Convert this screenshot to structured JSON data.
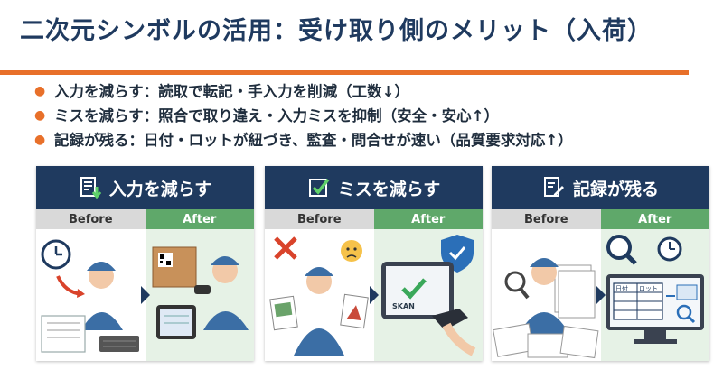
{
  "title": "二次元シンボルの活用：受け取り側のメリット（入荷）",
  "bullets": [
    "入力を減らす：読取で転記・手入力を削減（工数↓）",
    "ミスを減らす：照合で取り違え・入力ミスを抑制（安全・安心↑）",
    "記録が残る：日付・ロットが紐づき、監査・問合せが速い（品質要求対応↑）"
  ],
  "panels": [
    {
      "title": "入力を減らす",
      "icon": "document-down-arrow-icon",
      "before": "Before",
      "after": "After"
    },
    {
      "title": "ミスを減らす",
      "icon": "checkbox-icon",
      "before": "Before",
      "after": "After",
      "scanner_text": "SKAN"
    },
    {
      "title": "記録が残る",
      "icon": "document-pen-icon",
      "before": "Before",
      "after": "After",
      "table_headers": [
        "日付",
        "ロット"
      ]
    }
  ],
  "colors": {
    "title": "#1f3a5f",
    "accent": "#e8702a",
    "panel_header": "#1f3a5f",
    "after_label": "#5fa86a",
    "before_label": "#d9d9d9"
  }
}
